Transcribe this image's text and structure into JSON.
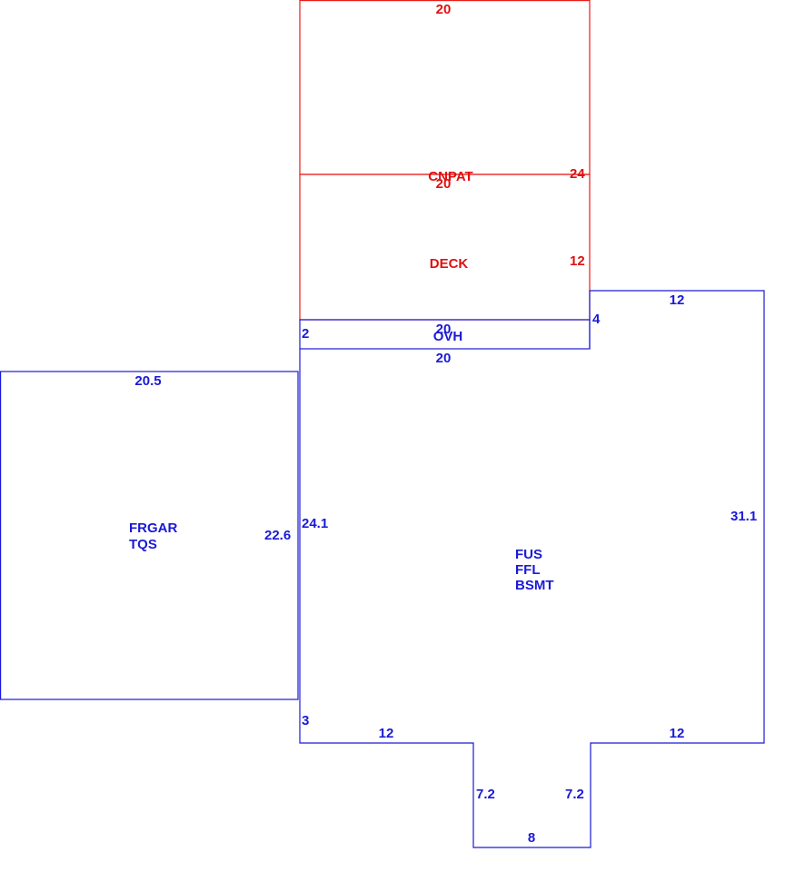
{
  "colors": {
    "building": "#1a1ad6",
    "exterior": "#e01010"
  },
  "areas": {
    "cnpat": {
      "label": "CNPAT",
      "dims": {
        "top": "20",
        "right": "24"
      }
    },
    "deck": {
      "label": "DECK",
      "dims": {
        "top": "20",
        "right": "12"
      }
    },
    "ovh": {
      "label": "OVH",
      "dims": {
        "top": "20",
        "bottom": "20",
        "left": "2"
      }
    },
    "garage": {
      "labels": [
        "FRGAR",
        "TQS"
      ],
      "dims": {
        "top": "20.5",
        "right": "22.6"
      }
    },
    "house": {
      "labels": [
        "FUS",
        "FFL",
        "BSMT"
      ],
      "dims": {
        "right_top": "12",
        "right_notch": "4",
        "right_side": "31.1",
        "left_side": "24.1",
        "left_bottom": "3",
        "bottom_left": "12",
        "bottom_right": "12",
        "bump_left": "7.2",
        "bump_right": "7.2",
        "bump_bottom": "8"
      }
    }
  }
}
